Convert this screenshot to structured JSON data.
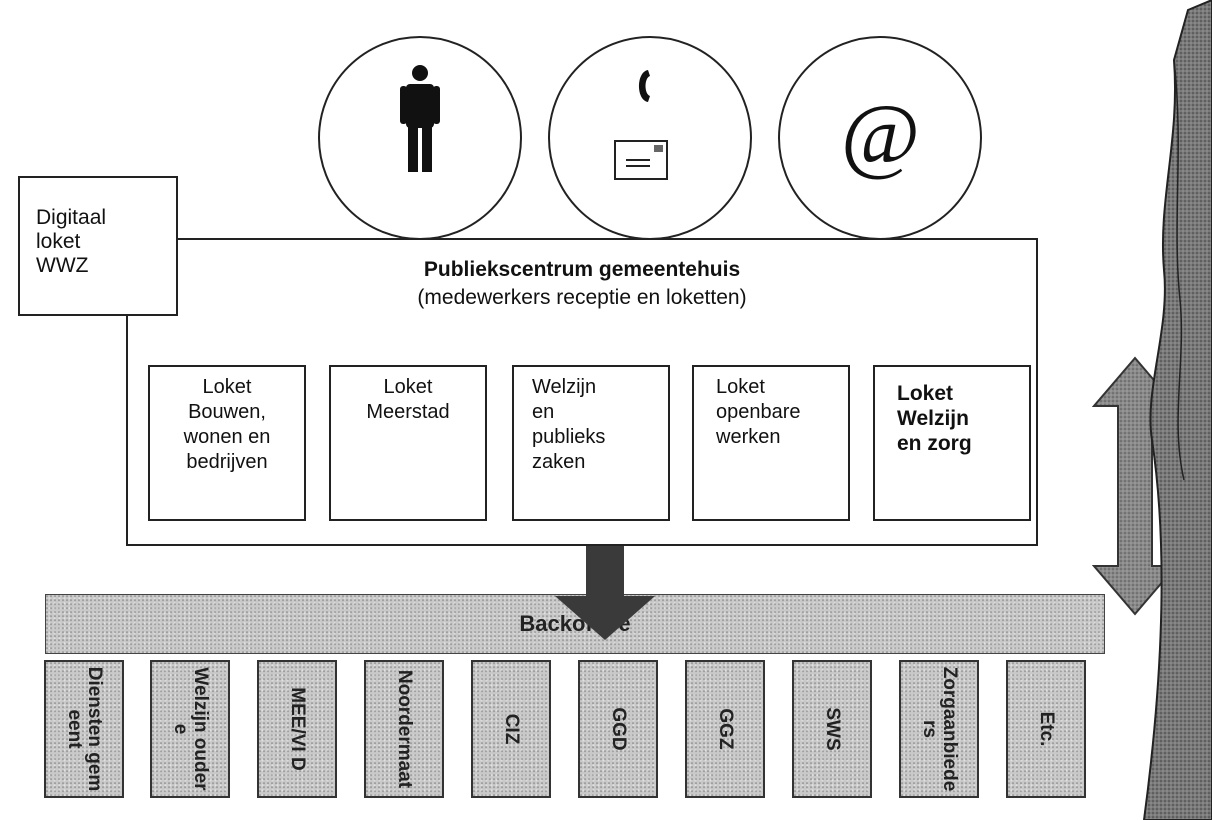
{
  "channels": {
    "person_icon": "person-icon",
    "phone_mail_icons": [
      "phone-icon",
      "envelope-icon"
    ],
    "email_symbol": "@"
  },
  "digital_loket": [
    "Digitaal",
    "loket",
    "WWZ"
  ],
  "publiekscentrum": {
    "title": "Publiekscentrum gemeentehuis",
    "subtitle": "(medewerkers receptie en loketten)"
  },
  "lokets": [
    {
      "lines": [
        "Loket",
        "Bouwen,",
        "wonen en",
        "bedrijven"
      ]
    },
    {
      "lines": [
        "Loket",
        "Meerstad"
      ]
    },
    {
      "lines": [
        "Welzijn",
        "en",
        "publieks",
        "zaken"
      ]
    },
    {
      "lines": [
        "Loket",
        "openbare",
        "werken"
      ]
    },
    {
      "lines": [
        "Loket",
        "Welzijn",
        "en zorg"
      ]
    }
  ],
  "backoffice": {
    "title": "Backoffice",
    "items": [
      "Diensten gemeent",
      "Welzijn oudere",
      "MEE/VI D",
      "Noordermaat",
      "CIZ",
      "GGD",
      "GGZ",
      "SWS",
      "Zorgaanbieders",
      "Etc."
    ]
  },
  "colors": {
    "grey_fill": "#c9c9c9",
    "arrow_dark": "#3a3a3a",
    "outline": "#222222"
  }
}
